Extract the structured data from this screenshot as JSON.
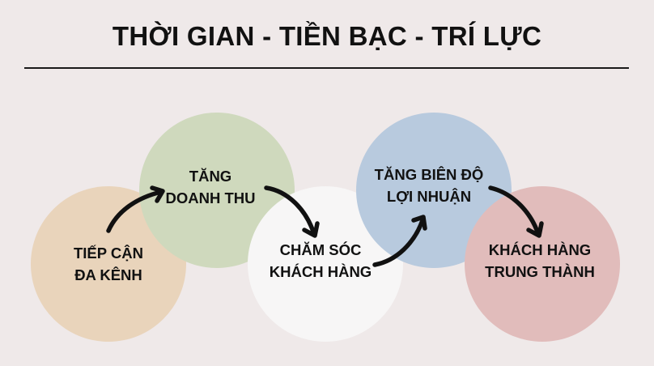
{
  "title": "THỜI GIAN - TIỀN BẠC - TRÍ LỰC",
  "colors": {
    "background": "#efe9e9",
    "rule": "#1a1a1a",
    "arrow": "#111111"
  },
  "steps": [
    {
      "label": "TIẾP CẬN\nĐA KÊNH",
      "color": "#e9d4bb"
    },
    {
      "label": "TĂNG\nDOANH THU",
      "color": "#cfd9bd"
    },
    {
      "label": "CHĂM SÓC\nKHÁCH HÀNG",
      "color": "#f7f6f6"
    },
    {
      "label": "TĂNG BIÊN ĐỘ\nLỢI NHUẬN",
      "color": "#b8cade"
    },
    {
      "label": "KHÁCH HÀNG\nTRUNG THÀNH",
      "color": "#e1bcbb"
    }
  ],
  "arrows": [
    {
      "from": "step-1",
      "to": "step-2",
      "icon": "curved-arrow-up-right-icon"
    },
    {
      "from": "step-2",
      "to": "step-3",
      "icon": "curved-arrow-down-right-icon"
    },
    {
      "from": "step-3",
      "to": "step-4",
      "icon": "curved-arrow-up-right-icon"
    },
    {
      "from": "step-4",
      "to": "step-5",
      "icon": "curved-arrow-down-right-icon"
    }
  ]
}
